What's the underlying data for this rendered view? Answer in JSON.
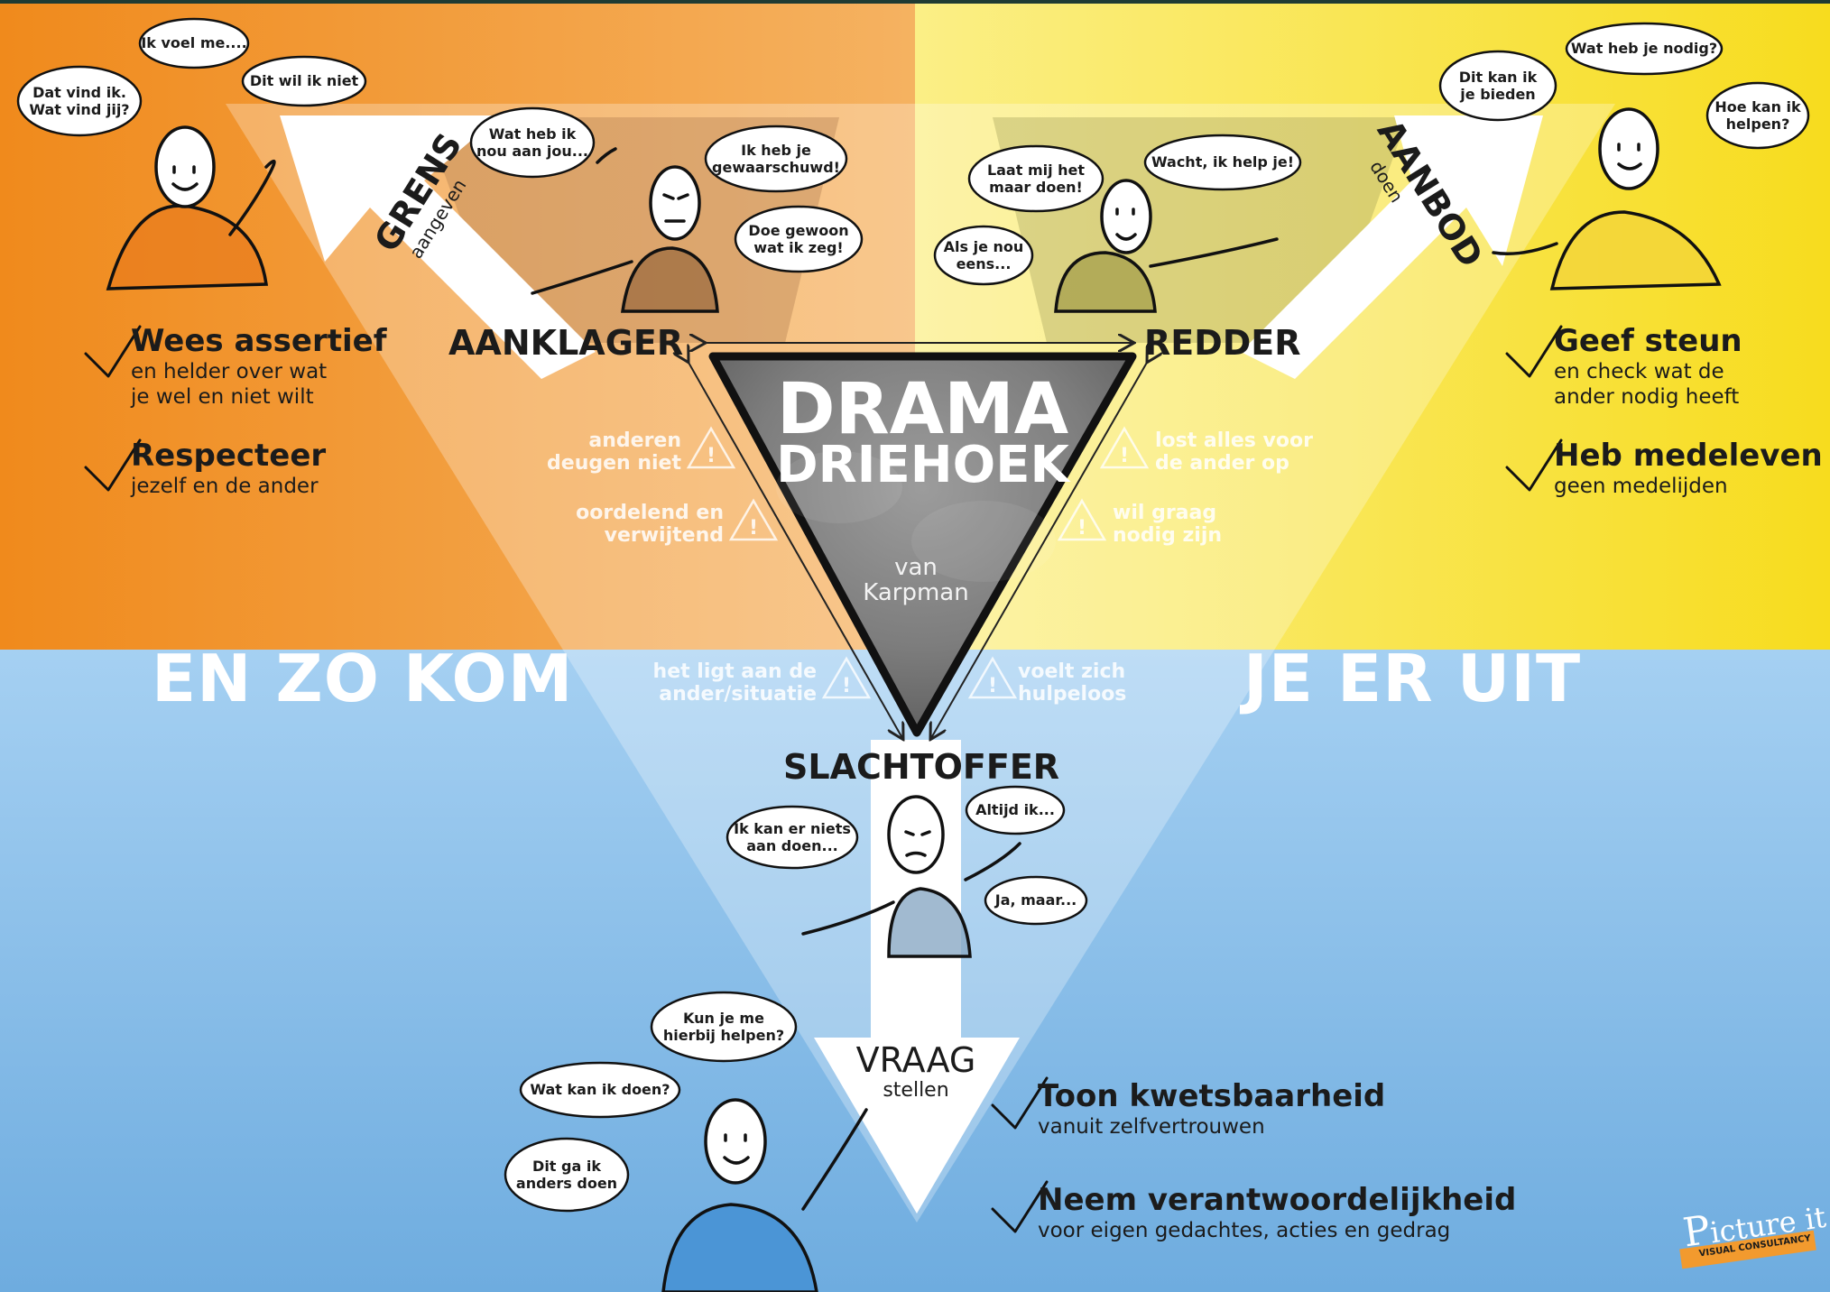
{
  "title": {
    "line1": "DRAMA",
    "line2": "DRIEHOEK",
    "subtitle": "van Karpman"
  },
  "roles": {
    "aanklager": "AANKLAGER",
    "redder": "REDDER",
    "slachtoffer": "SLACHTOFFER"
  },
  "exits": {
    "grens": {
      "main": "GRENS",
      "sub": "aangeven"
    },
    "aanbod": {
      "main": "AANBOD",
      "sub": "doen"
    },
    "vraag": {
      "main": "VRAAG",
      "sub": "stellen"
    }
  },
  "banner": {
    "left": "EN ZO KOM",
    "right": "JE ER UIT"
  },
  "warnings": {
    "w1": "anderen\ndeugen niet",
    "w2": "oordelend en\nverwijtend",
    "w3": "lost alles voor\nde ander op",
    "w4": "wil graag\nnodig zijn",
    "w5": "het ligt aan de\nander/situatie",
    "w6": "voelt zich\nhulpeloos"
  },
  "tips": {
    "t1": {
      "title": "Wees assertief",
      "sub": "en helder over wat\nje wel en niet wilt"
    },
    "t2": {
      "title": "Respecteer",
      "sub": "jezelf en de ander"
    },
    "t3": {
      "title": "Geef steun",
      "sub": "en check wat de\nander nodig heeft"
    },
    "t4": {
      "title": "Heb medeleven",
      "sub": "geen medelijden"
    },
    "t5": {
      "title": "Toon kwetsbaarheid",
      "sub": "vanuit zelfvertrouwen"
    },
    "t6": {
      "title": "Neem verantwoordelijkheid",
      "sub": "voor eigen gedachtes, acties en gedrag"
    }
  },
  "bubbles": {
    "b1": "Ik voel me....",
    "b2": "Dat vind ik.\nWat vind jij?",
    "b3": "Dit wil ik niet",
    "b4": "Wat heb ik\nnou aan jou...",
    "b5": "Ik heb je\ngewaarschuwd!",
    "b6": "Doe gewoon\nwat ik zeg!",
    "b7": "Laat mij het\nmaar doen!",
    "b8": "Wacht, ik help je!",
    "b9": "Als je nou\neens...",
    "b10": "Dit kan ik\nje bieden",
    "b11": "Wat heb je nodig?",
    "b12": "Hoe kan ik\nhelpen?",
    "b13": "Ik kan er niets\naan doen...",
    "b14": "Altijd ik...",
    "b15": "Ja, maar...",
    "b16": "Kun je me\nhierbij helpen?",
    "b17": "Wat kan ik doen?",
    "b18": "Dit ga ik\nanders doen"
  },
  "logo": {
    "text": "icture it",
    "initial": "P",
    "tagline": "VISUAL CONSULTANCY"
  },
  "colors": {
    "orange": "#f29a2e",
    "yellow": "#fbe64a",
    "blue": "#8fc3ec",
    "dark": "#1b1b1b"
  }
}
